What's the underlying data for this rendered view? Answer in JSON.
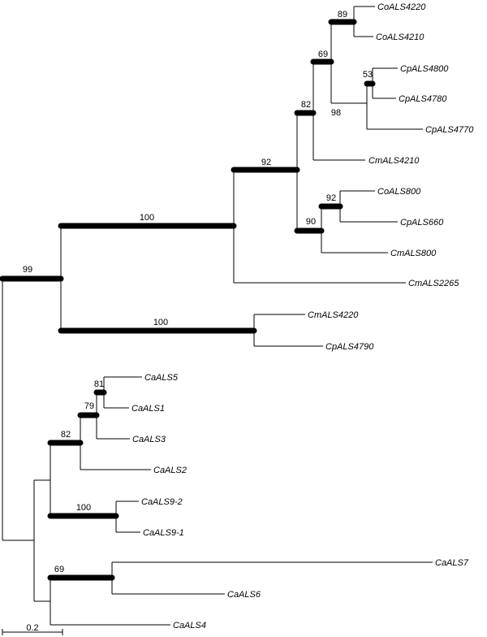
{
  "tree": {
    "leaves": {
      "CoALS4220": "CoALS4220",
      "CoALS4210": "CoALS4210",
      "CpALS4800": "CpALS4800",
      "CpALS4780": "CpALS4780",
      "CpALS4770": "CpALS4770",
      "CmALS4210": "CmALS4210",
      "CoALS800": "CoALS800",
      "CpALS660": "CpALS660",
      "CmALS800": "CmALS800",
      "CmALS2265": "CmALS2265",
      "CmALS4220": "CmALS4220",
      "CpALS4790": "CpALS4790",
      "CaALS5": "CaALS5",
      "CaALS1": "CaALS1",
      "CaALS3": "CaALS3",
      "CaALS2": "CaALS2",
      "CaALS9_2": "CaALS9-2",
      "CaALS9_1": "CaALS9-1",
      "CaALS7": "CaALS7",
      "CaALS6": "CaALS6",
      "CaALS4": "CaALS4"
    },
    "support": {
      "root_clade": "99",
      "clade_a": "100",
      "clade_b": "100",
      "clade_92_top": "92",
      "clade_82_top": "82",
      "clade_69_top": "69",
      "clade_89": "89",
      "clade_98": "98",
      "clade_53": "53",
      "clade_90": "90",
      "clade_92_inner": "92",
      "clade_82_bottom": "82",
      "clade_79": "79",
      "clade_81": "81",
      "clade_100_bottom": "100",
      "clade_69_bottom": "69"
    }
  },
  "scale_bar": {
    "label": "0.2"
  }
}
